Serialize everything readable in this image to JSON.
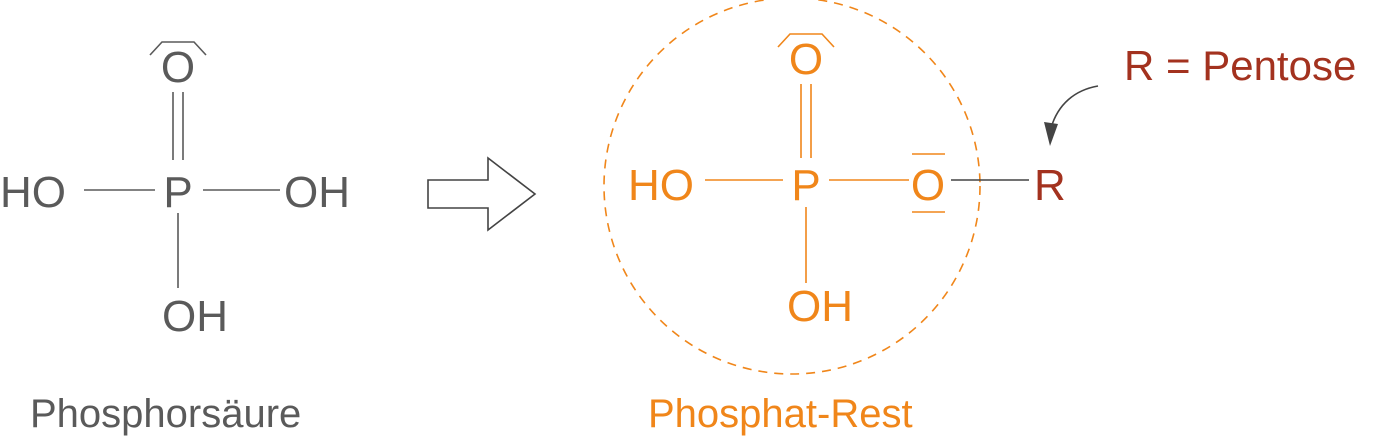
{
  "left_molecule": {
    "top_atom": "O",
    "center_atom": "P",
    "left_group": "HO",
    "right_group": "OH",
    "bottom_group": "OH",
    "caption": "Phosphorsäure"
  },
  "right_molecule": {
    "top_atom": "O",
    "center_atom": "P",
    "left_group": "HO",
    "right_atom": "O",
    "bottom_group": "OH",
    "substituent": "R",
    "caption": "Phosphat-Rest"
  },
  "legend": {
    "r_definition": "R = Pentose"
  },
  "colors": {
    "gray": "#5a5a5a",
    "orange": "#f0861a",
    "dark_red": "#a3321f",
    "outline": "#444444"
  },
  "icons": {
    "transform_arrow": "hollow-right-arrow-icon",
    "pointer_arrow": "curved-arrow-icon"
  }
}
